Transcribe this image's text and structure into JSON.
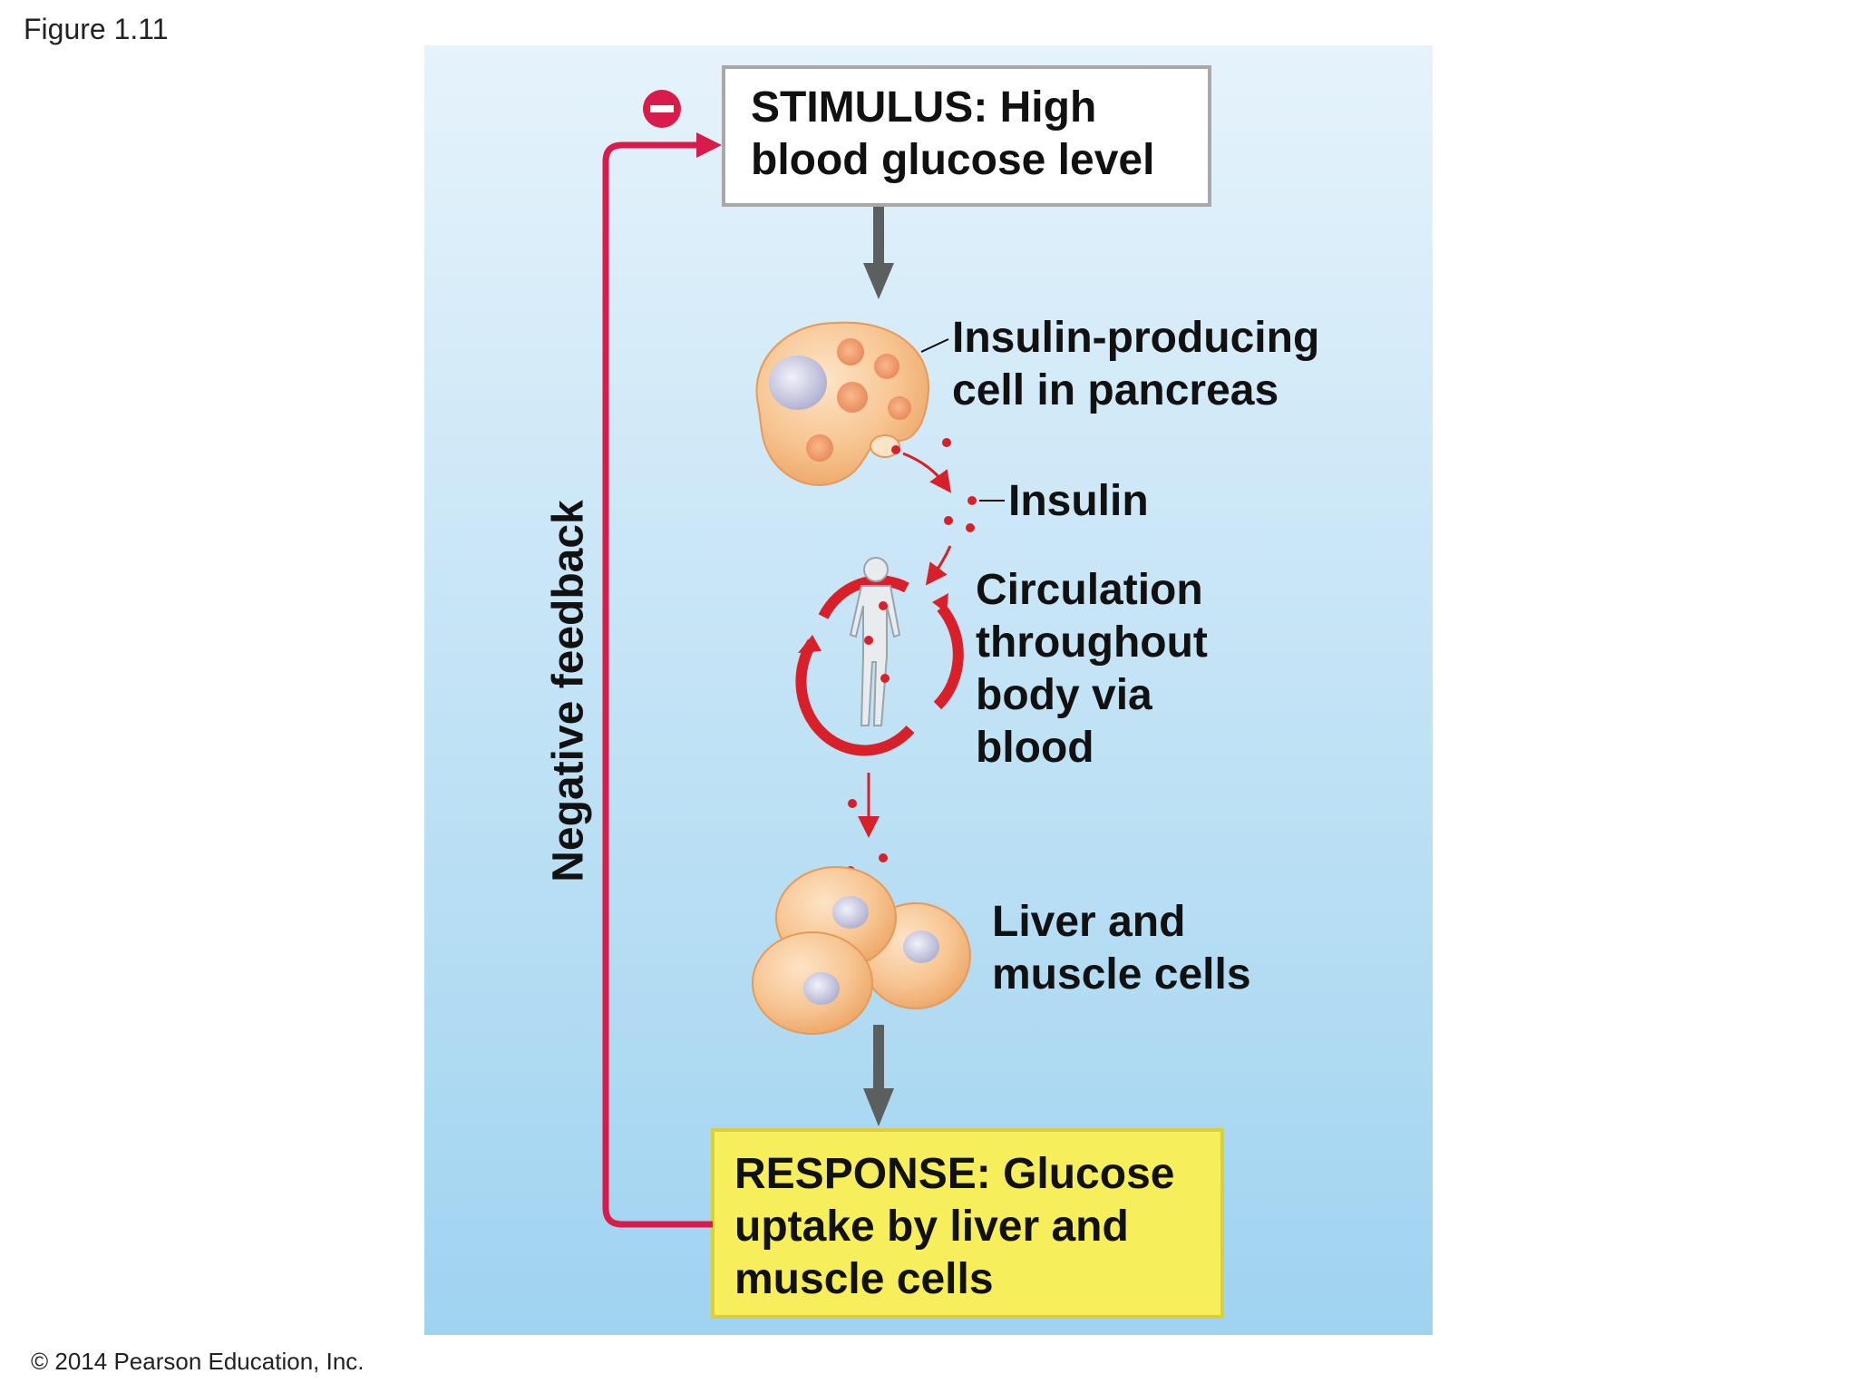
{
  "figure_label": "Figure 1.11",
  "copyright": "© 2014 Pearson Education, Inc.",
  "stimulus": {
    "line1": "STIMULUS: High",
    "line2": "blood glucose level"
  },
  "labels": {
    "pancreas_line1": "Insulin-producing",
    "pancreas_line2": "cell in pancreas",
    "insulin": "Insulin",
    "circulation_line1": "Circulation",
    "circulation_line2": "throughout",
    "circulation_line3": "body via",
    "circulation_line4": "blood",
    "liver_line1": "Liver and",
    "liver_line2": "muscle cells"
  },
  "response": {
    "line1": "RESPONSE: Glucose",
    "line2": "uptake by liver and",
    "line3": "muscle cells"
  },
  "feedback_label": "Negative feedback",
  "feedback_sign_icon": "minus-sign-icon",
  "colors": {
    "panel_top": "#e6f3fb",
    "panel_bottom": "#9fd3f0",
    "feedback_red": "#d81b4a",
    "flow_gray": "#5b5f5f",
    "response_fill": "#f6ef5b",
    "cell_fill": "#f6c18e",
    "insulin_dot": "#d8202a"
  }
}
